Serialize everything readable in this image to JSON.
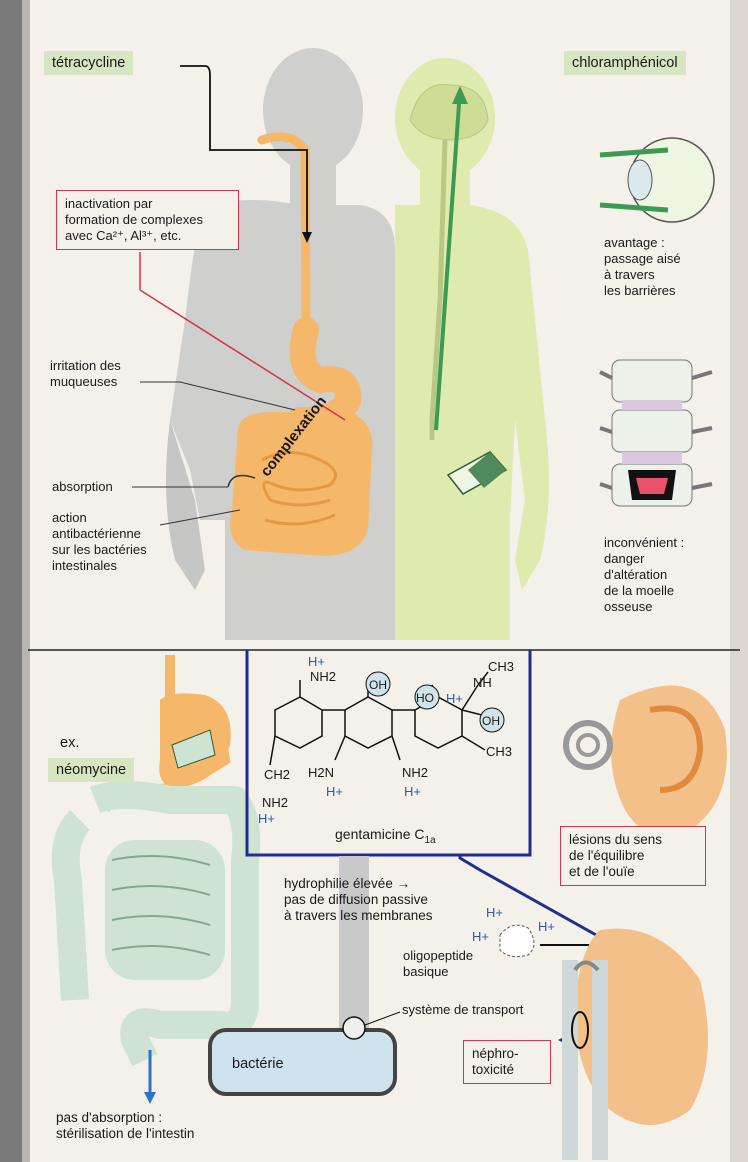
{
  "top": {
    "tetracycline": "tétracycline",
    "chloramphenicol": "chloramphénicol",
    "inactivation": "inactivation par\nformation de complexes\navec Ca²⁺, Al³⁺, etc.",
    "irritation": "irritation des\nmuqueuses",
    "absorption": "absorption",
    "action": "action\nantibactérienne\nsur les bactéries\nintestinales",
    "complexation": "complexation",
    "avantage": "avantage :\npassage aisé\nà travers\nles barrières",
    "inconvenient": "inconvénient :\ndanger\nd'altération\nde la moelle\nosseuse"
  },
  "bottom": {
    "ex": "ex.",
    "neomycine": "néomycine",
    "pas_absorption": "pas d'absorption :\nstérilisation de l'intestin",
    "gentamicine": "gentamicine C",
    "gentamicine_sub": "1a",
    "hydrophilie": "hydrophilie élevée →\npas de diffusion passive\nà travers les membranes",
    "oligopeptide": "oligopeptide\nbasique",
    "systeme": "système de transport",
    "bacterie": "bactérie",
    "lesions": "lésions du sens\nde l'équilibre\net de l'ouïe",
    "nephro": "néphro-\ntoxicité"
  },
  "chem": {
    "hplus": "H+",
    "nh2": "NH2",
    "h2n": "H2N",
    "oh": "OH",
    "ho": "HO",
    "ch3": "CH3",
    "ch2": "CH2",
    "nh": "NH"
  },
  "colors": {
    "orange": "#f5b86a",
    "green_body": "#dfeaae",
    "teal": "#cfe3d3",
    "red": "#d4334a",
    "blue": "#1f2f8f",
    "hplus": "#2f55b5",
    "chip": "#d6e6c2"
  }
}
